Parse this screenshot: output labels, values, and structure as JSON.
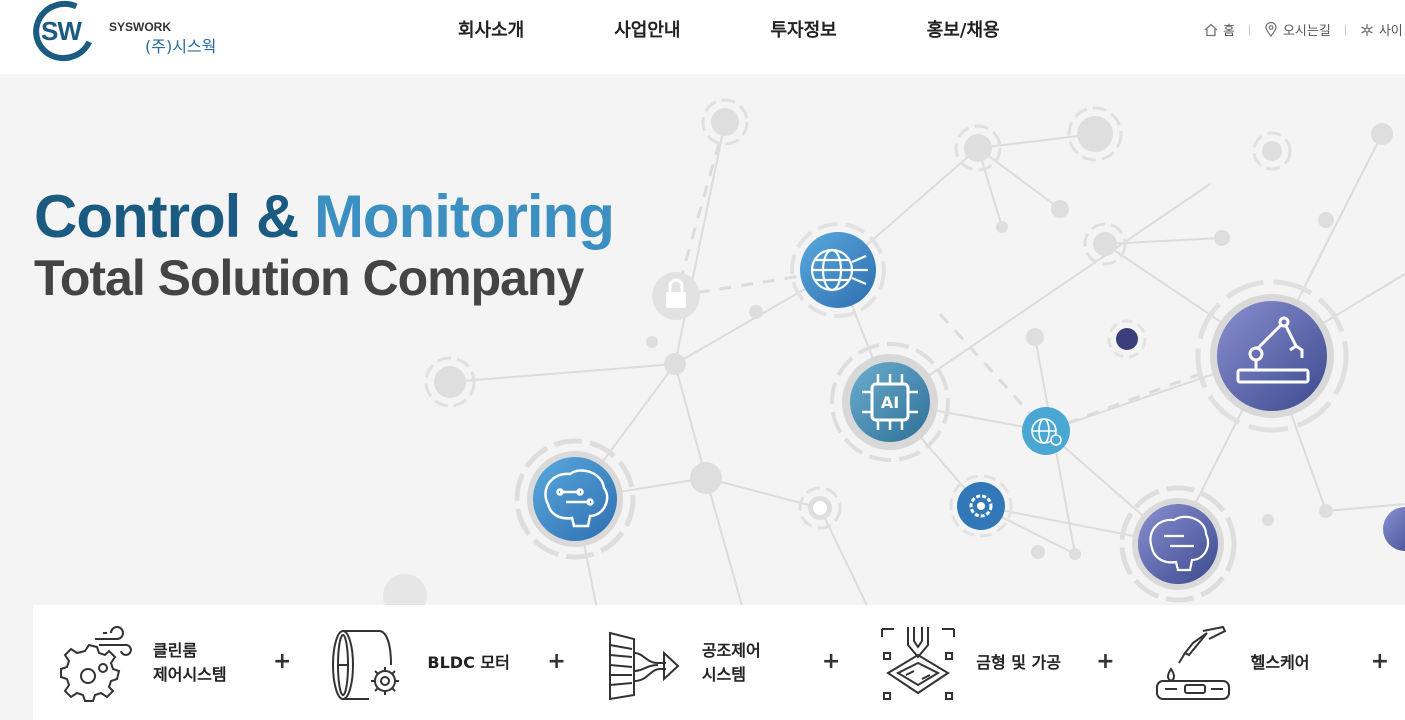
{
  "header": {
    "logo": {
      "mark": "SW",
      "english": "SYSWORK",
      "korean": "(주)시스웍"
    },
    "nav": [
      {
        "label": "회사소개"
      },
      {
        "label": "사업안내"
      },
      {
        "label": "투자정보"
      },
      {
        "label": "홍보/채용"
      }
    ],
    "util": [
      {
        "label": "홈",
        "icon": "home-icon"
      },
      {
        "label": "오시는길",
        "icon": "location-pin-icon"
      },
      {
        "label": "사이",
        "icon": "sitemap-icon"
      }
    ]
  },
  "hero": {
    "title_part1": "Control &",
    "title_part2": "Monitoring",
    "subtitle": "Total Solution Company",
    "colors": {
      "dark_blue": "#1b5b82",
      "light_blue": "#3b8fc1",
      "gray_text": "#444444"
    }
  },
  "business": {
    "items": [
      {
        "label": "클린룸\n제어시스템",
        "icon": "cleanroom-gear-icon"
      },
      {
        "label": "BLDC 모터",
        "icon": "bldc-motor-icon"
      },
      {
        "label": "공조제어\n시스템",
        "icon": "hvac-airflow-icon"
      },
      {
        "label": "금형 및 가공",
        "icon": "mold-machining-icon"
      },
      {
        "label": "헬스케어",
        "icon": "healthcare-test-icon"
      }
    ],
    "plus": "+"
  }
}
